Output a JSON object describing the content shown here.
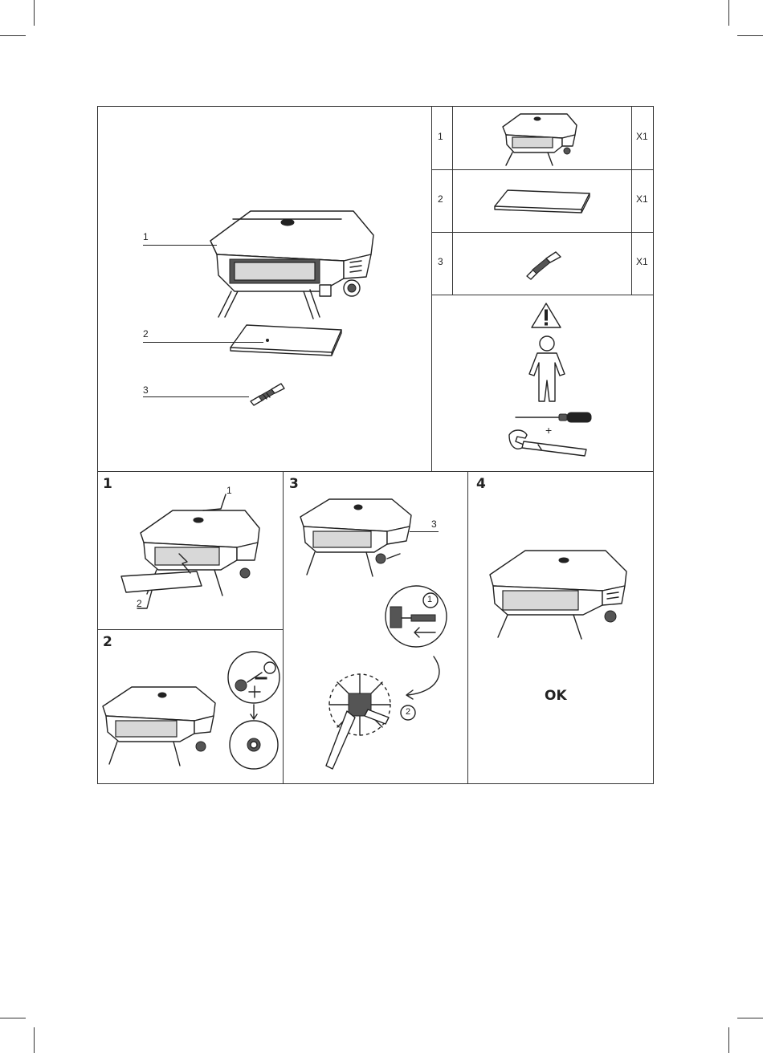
{
  "parts_overview": {
    "callouts": [
      "1",
      "2",
      "3"
    ]
  },
  "parts_list": [
    {
      "number": "1",
      "quantity": "X1",
      "icon": "pizza-oven-icon"
    },
    {
      "number": "2",
      "quantity": "X1",
      "icon": "pizza-stone-icon"
    },
    {
      "number": "3",
      "quantity": "X1",
      "icon": "gas-connector-icon"
    }
  ],
  "requirements": {
    "warning_icon": "warning-triangle-icon",
    "person_icon": "one-person-icon",
    "tools_join": "+",
    "tools": [
      "screwdriver-icon",
      "adjustable-wrench-icon"
    ]
  },
  "steps": [
    {
      "number": "1",
      "callouts": [
        "1",
        "2"
      ]
    },
    {
      "number": "2",
      "marks": [
        "-",
        "+"
      ]
    },
    {
      "number": "3",
      "callouts": [
        "3"
      ],
      "circled": [
        "1",
        "2"
      ]
    },
    {
      "number": "4",
      "result": "OK"
    }
  ]
}
